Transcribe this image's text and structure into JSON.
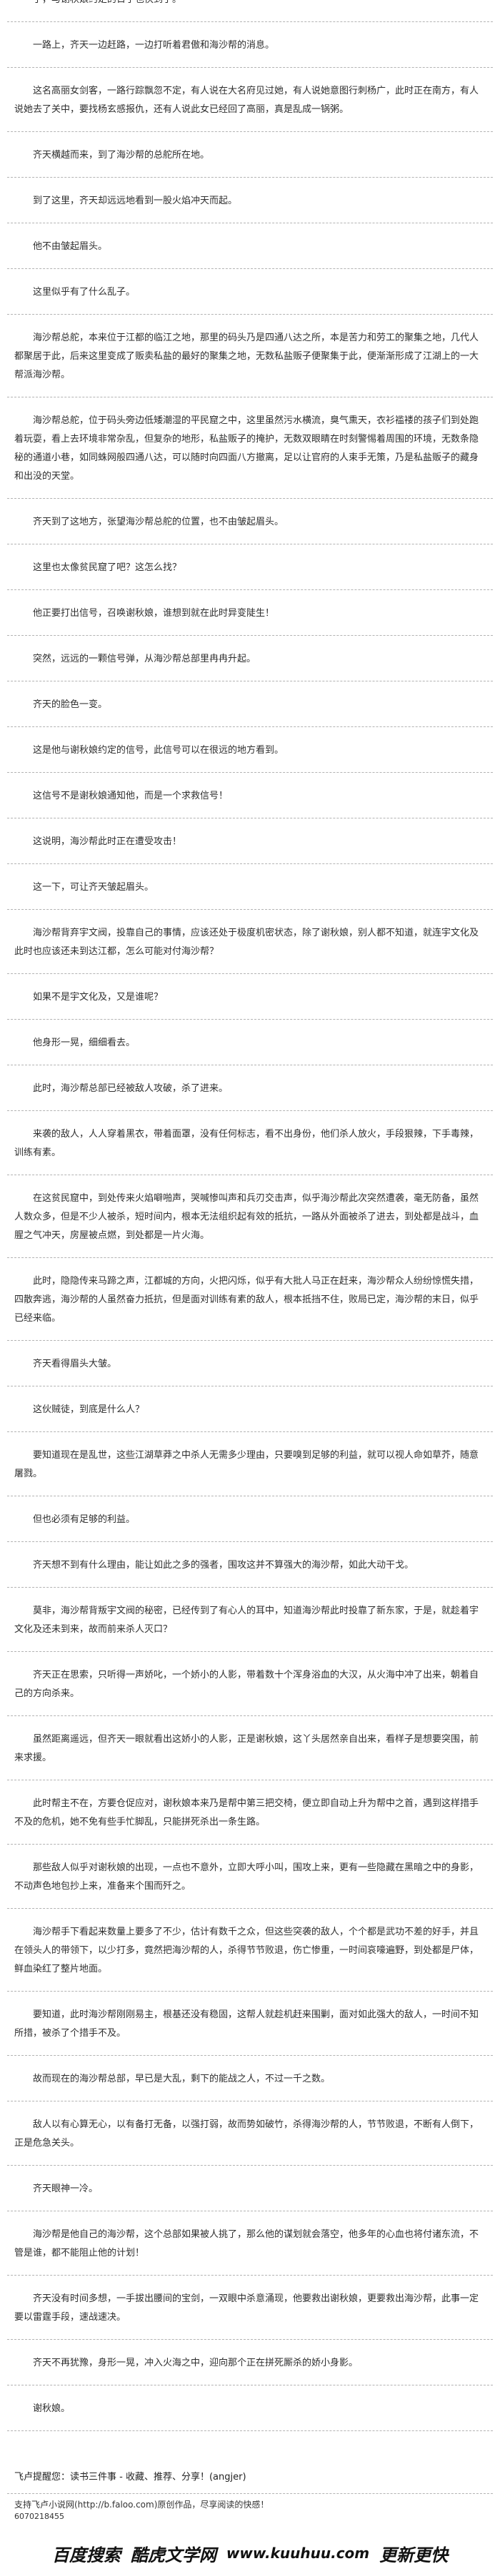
{
  "article": {
    "paragraphs": [
      "了，与谢秋娘约定的日子也快到了。",
      "一路上，齐天一边赶路，一边打听着君傲和海沙帮的消息。",
      "这名高丽女剑客，一路行踪飘忽不定，有人说在大名府见过她，有人说她意图行刺杨广，此时正在南方，有人说她去了关中，要找杨玄感报仇，还有人说此女已经回了高丽，真是乱成一锅粥。",
      "齐天横越而来，到了海沙帮的总舵所在地。",
      "到了这里，齐天却远远地看到一股火焰冲天而起。",
      "他不由皱起眉头。",
      "这里似乎有了什么乱子。",
      "海沙帮总舵，本来位于江都的临江之地，那里的码头乃是四通八达之所，本是苦力和劳工的聚集之地，几代人都聚居于此，后来这里变成了贩卖私盐的最好的聚集之地，无数私盐贩子便聚集于此，便渐渐形成了江湖上的一大帮派海沙帮。",
      "海沙帮总舵，位于码头旁边低矮潮湿的平民窟之中，这里虽然污水横流，臭气熏天，衣衫褴褛的孩子们到处跑着玩耍，看上去环境非常杂乱，但复杂的地形，私盐贩子的掩护，无数双眼睛在时刻警惕着周围的环境，无数条隐秘的通道小巷，如同蛛网般四通八达，可以随时向四面八方撤离，足以让官府的人束手无策，乃是私盐贩子的藏身和出没的天堂。",
      "齐天到了这地方，张望海沙帮总舵的位置，也不由皱起眉头。",
      "这里也太像贫民窟了吧？这怎么找？",
      "他正要打出信号，召唤谢秋娘，谁想到就在此时异变陡生！",
      "突然，远远的一颗信号弹，从海沙帮总部里冉冉升起。",
      "齐天的脸色一变。",
      "这是他与谢秋娘约定的信号，此信号可以在很远的地方看到。",
      "这信号不是谢秋娘通知他，而是一个求救信号！",
      "这说明，海沙帮此时正在遭受攻击！",
      "这一下，可让齐天皱起眉头。",
      "海沙帮背弃宇文阀，投靠自己的事情，应该还处于极度机密状态，除了谢秋娘，别人都不知道，就连宇文化及此时也应该还未到达江都，怎么可能对付海沙帮？",
      "如果不是宇文化及，又是谁呢？",
      "他身形一晃，细细看去。",
      "此时，海沙帮总部已经被敌人攻破，杀了进来。",
      "来袭的敌人，人人穿着黑衣，带着面罩，没有任何标志，看不出身份，他们杀人放火，手段狠辣，下手毒辣，训练有素。",
      "在这贫民窟中，到处传来火焰噼啪声，哭喊惨叫声和兵刃交击声，似乎海沙帮此次突然遭袭，毫无防备，虽然人数众多，但是不少人被杀，短时间内，根本无法组织起有效的抵抗，一路从外面被杀了进去，到处都是战斗，血腥之气冲天，房屋被点燃，到处都是一片火海。",
      "此时，隐隐传来马蹄之声，江都城的方向，火把闪烁，似乎有大批人马正在赶来，海沙帮众人纷纷惊慌失措，四散奔逃，海沙帮的人虽然奋力抵抗，但是面对训练有素的敌人，根本抵挡不住，败局已定，海沙帮的末日，似乎已经来临。",
      "齐天看得眉头大皱。",
      "这伙贼徒，到底是什么人？",
      "要知道现在是乱世，这些江湖草莽之中杀人无需多少理由，只要嗅到足够的利益，就可以视人命如草芥，随意屠戮。",
      "但也必须有足够的利益。",
      "齐天想不到有什么理由，能让如此之多的强者，围攻这并不算强大的海沙帮，如此大动干戈。",
      "莫非，海沙帮背叛宇文阀的秘密，已经传到了有心人的耳中，知道海沙帮此时投靠了新东家，于是，就趁着宇文化及还未到来，故而前来杀人灭口？",
      "齐天正在思索，只听得一声娇叱，一个娇小的人影，带着数十个浑身浴血的大汉，从火海中冲了出来，朝着自己的方向杀来。",
      "虽然距离遥远，但齐天一眼就看出这娇小的人影，正是谢秋娘，这丫头居然亲自出来，看样子是想要突围，前来求援。",
      "此时帮主不在，方要仓促应对，谢秋娘本来乃是帮中第三把交椅，便立即自动上升为帮中之首，遇到这样措手不及的危机，她不免有些手忙脚乱，只能拼死杀出一条生路。",
      "那些敌人似乎对谢秋娘的出现，一点也不意外，立即大呼小叫，围攻上来，更有一些隐藏在黑暗之中的身影，不动声色地包抄上来，准备来个围而歼之。",
      "海沙帮手下看起来数量上要多了不少，估计有数千之众，但这些突袭的敌人，个个都是武功不差的好手，并且在领头人的带领下，以少打多，竟然把海沙帮的人，杀得节节败退，伤亡惨重，一时间哀嚎遍野，到处都是尸体，鲜血染红了整片地面。",
      "要知道，此时海沙帮刚刚易主，根基还没有稳固，这帮人就趁机赶来围剿，面对如此强大的敌人，一时间不知所措，被杀了个措手不及。",
      "故而现在的海沙帮总部，早已是大乱，剩下的能战之人，不过一千之数。",
      "敌人以有心算无心，以有备打无备，以强打弱，故而势如破竹，杀得海沙帮的人，节节败退，不断有人倒下，正是危急关头。",
      "齐天眼神一冷。",
      "海沙帮是他自己的海沙帮，这个总部如果被人挑了，那么他的谋划就会落空，他多年的心血也将付诸东流，不管是谁，都不能阻止他的计划！",
      "齐天没有时间多想，一手拔出腰间的宝剑，一双眼中杀意涌现，他要救出谢秋娘，更要救出海沙帮，此事一定要以雷霆手段，速战速决。",
      "齐天不再犹豫，身形一晃，冲入火海之中，迎向那个正在拼死厮杀的娇小身影。",
      "谢秋娘。"
    ]
  },
  "footer": {
    "tip": "飞卢提醒您：读书三件事 - 收藏、推荐、分享！(angjer)",
    "support_text": "支持飞卢小说网(http://b.faloo.com)原创作品，尽享阅读的快感！",
    "code": "6070218455"
  },
  "watermark": {
    "parts": [
      "百度搜索",
      "酷虎文学网",
      "www.kuuhuu.com",
      "更新更快"
    ]
  },
  "colors": {
    "background": "#ffffff",
    "text": "#2e2e2e",
    "divider": "#b3b3b3",
    "logo": "#111111"
  }
}
